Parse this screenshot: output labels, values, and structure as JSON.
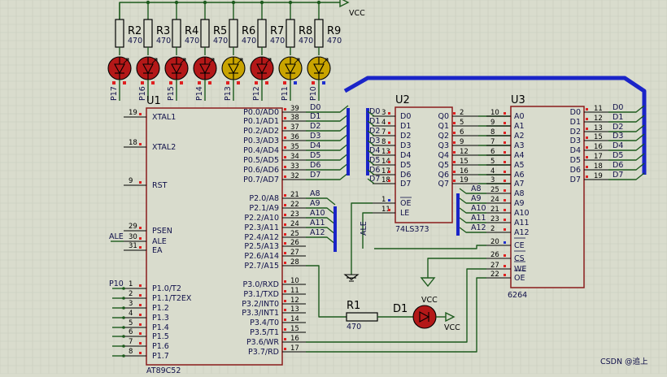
{
  "window": {
    "watermark": "CSDN @追上"
  },
  "power": {
    "vcc_top": "VCC",
    "vcc_led": "VCC",
    "vcc_out": "VCC"
  },
  "resistors": {
    "labels": [
      "R2",
      "R3",
      "R4",
      "R5",
      "R6",
      "R7",
      "R8",
      "R9"
    ],
    "values": [
      "470",
      "470",
      "470",
      "470",
      "470",
      "470",
      "470",
      "470"
    ]
  },
  "leds": {
    "labels": [
      "P17",
      "P16",
      "P15",
      "P14",
      "P13",
      "P12",
      "P11",
      "P10"
    ],
    "states": [
      "off",
      "off",
      "off",
      "off",
      "on",
      "off",
      "on",
      "on"
    ]
  },
  "u1": {
    "ref": "U1",
    "part": "AT89C52",
    "left_pins": [
      {
        "num": "19",
        "name": "XTAL1"
      },
      {
        "num": "18",
        "name": "XTAL2"
      },
      {
        "num": "9",
        "name": "RST"
      },
      {
        "num": "29",
        "name": "PSEN"
      },
      {
        "num": "30",
        "name": "ALE"
      },
      {
        "num": "31",
        "name": "EA"
      },
      {
        "num": "1",
        "name": "P1.0/T2"
      },
      {
        "num": "2",
        "name": "P1.1/T2EX"
      },
      {
        "num": "3",
        "name": "P1.2"
      },
      {
        "num": "4",
        "name": "P1.3"
      },
      {
        "num": "5",
        "name": "P1.4"
      },
      {
        "num": "6",
        "name": "P1.5"
      },
      {
        "num": "7",
        "name": "P1.6"
      },
      {
        "num": "8",
        "name": "P1.7"
      }
    ],
    "right_pins": [
      {
        "num": "39",
        "name": "P0.0/AD0",
        "net": "D0"
      },
      {
        "num": "38",
        "name": "P0.1/AD1",
        "net": "D1"
      },
      {
        "num": "37",
        "name": "P0.2/AD2",
        "net": "D2"
      },
      {
        "num": "36",
        "name": "P0.3/AD3",
        "net": "D3"
      },
      {
        "num": "35",
        "name": "P0.4/AD4",
        "net": "D4"
      },
      {
        "num": "34",
        "name": "P0.5/AD5",
        "net": "D5"
      },
      {
        "num": "33",
        "name": "P0.6/AD6",
        "net": "D6"
      },
      {
        "num": "32",
        "name": "P0.7/AD7",
        "net": "D7"
      },
      {
        "num": "21",
        "name": "P2.0/A8",
        "net": "A8"
      },
      {
        "num": "22",
        "name": "P2.1/A9",
        "net": "A9"
      },
      {
        "num": "23",
        "name": "P2.2/A10",
        "net": "A10"
      },
      {
        "num": "24",
        "name": "P2.3/A11",
        "net": "A11"
      },
      {
        "num": "25",
        "name": "P2.4/A12",
        "net": "A12"
      },
      {
        "num": "26",
        "name": "P2.5/A13",
        "net": ""
      },
      {
        "num": "27",
        "name": "P2.6/A14",
        "net": ""
      },
      {
        "num": "28",
        "name": "P2.7/A15",
        "net": ""
      },
      {
        "num": "10",
        "name": "P3.0/RXD",
        "net": ""
      },
      {
        "num": "11",
        "name": "P3.1/TXD",
        "net": ""
      },
      {
        "num": "12",
        "name": "P3.2/INT0",
        "net": ""
      },
      {
        "num": "13",
        "name": "P3.3/INT1",
        "net": ""
      },
      {
        "num": "14",
        "name": "P3.4/T0",
        "net": ""
      },
      {
        "num": "15",
        "name": "P3.5/T1",
        "net": ""
      },
      {
        "num": "16",
        "name": "P3.6/WR",
        "net": ""
      },
      {
        "num": "17",
        "name": "P3.7/RD",
        "net": ""
      }
    ],
    "net_labels": {
      "ale": "ALE",
      "p1_labels": [
        "P10",
        "P11",
        "P12",
        "P13",
        "P14",
        "P15",
        "P16",
        "P17"
      ]
    }
  },
  "u2": {
    "ref": "U2",
    "part": "74LS373",
    "in_pins": [
      {
        "num": "3",
        "name": "D0",
        "net": "D0"
      },
      {
        "num": "4",
        "name": "D1",
        "net": "D1"
      },
      {
        "num": "7",
        "name": "D2",
        "net": "D2"
      },
      {
        "num": "8",
        "name": "D3",
        "net": "D3"
      },
      {
        "num": "13",
        "name": "D4",
        "net": "D4"
      },
      {
        "num": "14",
        "name": "D5",
        "net": "D5"
      },
      {
        "num": "17",
        "name": "D6",
        "net": "D6"
      },
      {
        "num": "18",
        "name": "D7",
        "net": "D7"
      },
      {
        "num": "1",
        "name": "OE",
        "net": ""
      },
      {
        "num": "11",
        "name": "LE",
        "net": ""
      }
    ],
    "out_pins": [
      {
        "num": "2",
        "name": "Q0"
      },
      {
        "num": "5",
        "name": "Q1"
      },
      {
        "num": "6",
        "name": "Q2"
      },
      {
        "num": "9",
        "name": "Q3"
      },
      {
        "num": "12",
        "name": "Q4"
      },
      {
        "num": "15",
        "name": "Q5"
      },
      {
        "num": "16",
        "name": "Q6"
      },
      {
        "num": "19",
        "name": "Q7"
      }
    ],
    "ale_label": "ALE"
  },
  "u3": {
    "ref": "U3",
    "part": "6264",
    "addr_pins": [
      {
        "num": "10",
        "name": "A0",
        "net": ""
      },
      {
        "num": "9",
        "name": "A1",
        "net": ""
      },
      {
        "num": "8",
        "name": "A2",
        "net": ""
      },
      {
        "num": "7",
        "name": "A3",
        "net": ""
      },
      {
        "num": "6",
        "name": "A4",
        "net": ""
      },
      {
        "num": "5",
        "name": "A5",
        "net": ""
      },
      {
        "num": "4",
        "name": "A6",
        "net": ""
      },
      {
        "num": "3",
        "name": "A7",
        "net": ""
      },
      {
        "num": "25",
        "name": "A8",
        "net": "A8"
      },
      {
        "num": "24",
        "name": "A9",
        "net": "A9"
      },
      {
        "num": "21",
        "name": "A10",
        "net": "A10"
      },
      {
        "num": "23",
        "name": "A11",
        "net": "A11"
      },
      {
        "num": "2",
        "name": "A12",
        "net": "A12"
      },
      {
        "num": "20",
        "name": "CE",
        "net": ""
      },
      {
        "num": "26",
        "name": "CS",
        "net": ""
      },
      {
        "num": "27",
        "name": "WE",
        "net": ""
      },
      {
        "num": "22",
        "name": "OE",
        "net": ""
      }
    ],
    "data_pins": [
      {
        "num": "11",
        "name": "D0",
        "net": "D0"
      },
      {
        "num": "12",
        "name": "D1",
        "net": "D1"
      },
      {
        "num": "13",
        "name": "D2",
        "net": "D2"
      },
      {
        "num": "15",
        "name": "D3",
        "net": "D3"
      },
      {
        "num": "16",
        "name": "D4",
        "net": "D4"
      },
      {
        "num": "17",
        "name": "D5",
        "net": "D5"
      },
      {
        "num": "18",
        "name": "D6",
        "net": "D6"
      },
      {
        "num": "19",
        "name": "D7",
        "net": "D7"
      }
    ]
  },
  "r1": {
    "ref": "R1",
    "value": "470"
  },
  "d1": {
    "ref": "D1"
  },
  "colors": {
    "bus": "#1a24c8",
    "wire": "#1c5a1c",
    "body": "#d9dccd",
    "outline": "#8a1c1c",
    "led_red": "#b41818",
    "led_on": "#c9a400",
    "grid": "#c8cbbd"
  }
}
